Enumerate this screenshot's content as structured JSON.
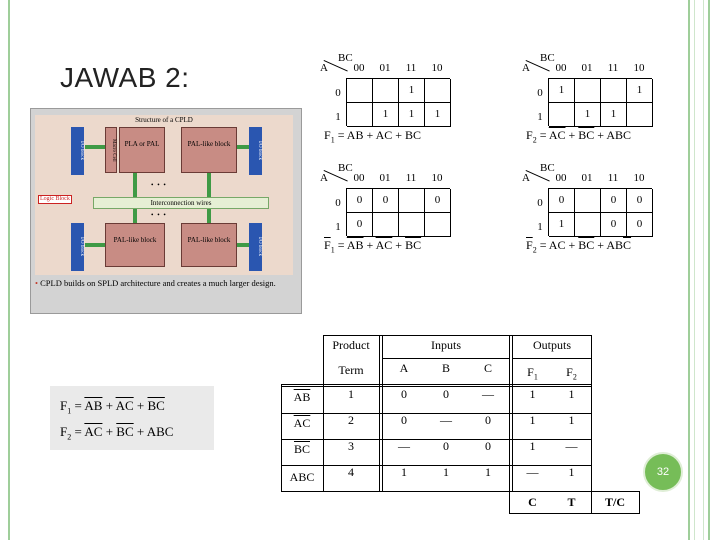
{
  "slide": {
    "title": "JAWAB 2:",
    "page_number": "32"
  },
  "cpld_figure": {
    "caption": "Structure of a CPLD",
    "io_block_label": "I/O block",
    "macrocell_label": "Macro Cell",
    "pla_block_label": "PLA or PAL",
    "pal_block_label": "PAL-like block",
    "interconnect_label": "Interconnection wires",
    "logic_block_label": "Logic Block",
    "dots": "• • •",
    "note": "CPLD builds on SPLD architecture and creates a much larger design."
  },
  "kmaps": {
    "corner_bc": "BC",
    "corner_a": "A",
    "col_headers": [
      "00",
      "01",
      "11",
      "10"
    ],
    "row_headers": [
      "0",
      "1"
    ],
    "f1": {
      "cells": [
        "",
        "",
        "1",
        "",
        "",
        "1",
        "1",
        "1"
      ],
      "lhs": "F",
      "sub": "1",
      "eq": "= AB + AC + BC"
    },
    "f2": {
      "cells": [
        "1",
        "",
        "",
        "1",
        "",
        "1",
        "1",
        ""
      ],
      "lhs": "F",
      "sub": "2",
      "eq_parts": [
        "=",
        "AC",
        "+",
        "BC",
        "+ ABC"
      ]
    },
    "f1_bar": {
      "cells": [
        "0",
        "0",
        "",
        "0",
        "0",
        "",
        "",
        ""
      ],
      "lhs": "F",
      "sub": "1",
      "eq_parts": [
        "=",
        "AB",
        "+",
        "AC",
        "+",
        "BC"
      ]
    },
    "f2_bar": {
      "cells": [
        "0",
        "",
        "0",
        "0",
        "1",
        "",
        "0",
        "0"
      ],
      "lhs": "F",
      "sub": "2",
      "eq_parts": [
        "= AC +",
        "BC",
        "+ AB",
        "C"
      ]
    }
  },
  "equations": {
    "f1": {
      "lhs": "F",
      "sub": "1",
      "parts": [
        "=",
        "AB",
        "+",
        "AC",
        "+",
        "BC"
      ]
    },
    "f2": {
      "lhs": "F",
      "sub": "2",
      "parts": [
        "=",
        "AC",
        "+",
        "BC",
        "+ ABC"
      ]
    }
  },
  "pla_table": {
    "header_product": "Product",
    "header_term": "Term",
    "header_inputs": "Inputs",
    "header_outputs": "Outputs",
    "input_cols": [
      "A",
      "B",
      "C"
    ],
    "output_cols": [
      "F",
      "F"
    ],
    "output_subs": [
      "1",
      "2"
    ],
    "rows": [
      {
        "label": "AB",
        "overline": true,
        "term": "1",
        "inputs": [
          "0",
          "0",
          "—"
        ],
        "outputs": [
          "1",
          "1"
        ]
      },
      {
        "label": "AC",
        "overline": true,
        "term": "2",
        "inputs": [
          "0",
          "—",
          "0"
        ],
        "outputs": [
          "1",
          "1"
        ]
      },
      {
        "label": "BC",
        "overline": true,
        "term": "3",
        "inputs": [
          "—",
          "0",
          "0"
        ],
        "outputs": [
          "1",
          "—"
        ]
      },
      {
        "label": "ABC",
        "overline": false,
        "term": "4",
        "inputs": [
          "1",
          "1",
          "1"
        ],
        "outputs": [
          "—",
          "1"
        ]
      }
    ],
    "footer": [
      "C",
      "T",
      "T/C"
    ]
  }
}
